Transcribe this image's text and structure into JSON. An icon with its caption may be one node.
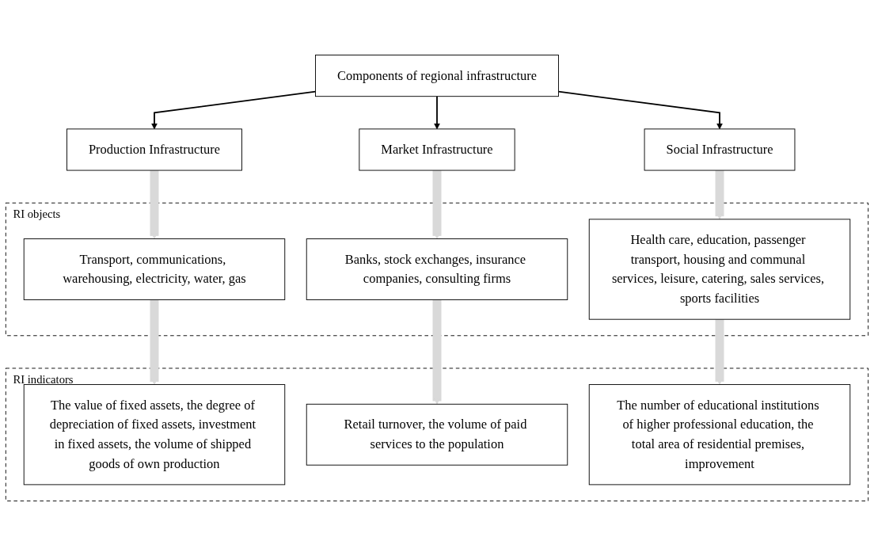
{
  "diagram": {
    "nodes": [
      {
        "text": [
          "Components of regional infrastructure"
        ]
      },
      {
        "text": [
          "Production Infrastructure"
        ]
      },
      {
        "text": [
          "Market Infrastructure"
        ]
      },
      {
        "text": [
          "Social Infrastructure"
        ]
      },
      {
        "text": [
          "RI objects"
        ]
      },
      {
        "text": [
          "Transport, communications, warehousing, electricity, water, gas"
        ],
        "in": 4
      },
      {
        "text": [
          "Banks, stock exchanges, insurance companies, consulting firms"
        ],
        "in": 4
      },
      {
        "text": [
          "Health care, education, passenger transport, housing and communal services, leisure, catering, sales services, sports facilities"
        ],
        "in": 4
      },
      {
        "text": [
          "RI indicators"
        ]
      },
      {
        "text": [
          "The value of fixed assets, the degree of depreciation of fixed assets, investment in fixed assets, the volume of shipped goods of own production"
        ],
        "in": 8
      },
      {
        "text": [
          "Retail turnover, the volume of paid services to the population"
        ],
        "in": 8
      },
      {
        "text": [
          "The number of educational institutions of higher professional education, the total area of residential premises, improvement"
        ],
        "in": 8
      }
    ],
    "edges": [
      {
        "from": 0,
        "to": 1,
        "arrow": "to",
        "color": "#000000"
      },
      {
        "from": 0,
        "to": 2,
        "arrow": "to",
        "color": "#000000"
      },
      {
        "from": 0,
        "to": 3,
        "arrow": "to",
        "color": "#000000"
      },
      {
        "from": 1,
        "to": 5,
        "arrow": "to"
      },
      {
        "from": 2,
        "to": 6,
        "arrow": "to"
      },
      {
        "from": 3,
        "to": 7,
        "arrow": "to"
      },
      {
        "from": 5,
        "to": 9,
        "arrow": "to"
      },
      {
        "from": 6,
        "to": 10,
        "arrow": "to"
      },
      {
        "from": 7,
        "to": 11,
        "arrow": "to"
      }
    ]
  }
}
